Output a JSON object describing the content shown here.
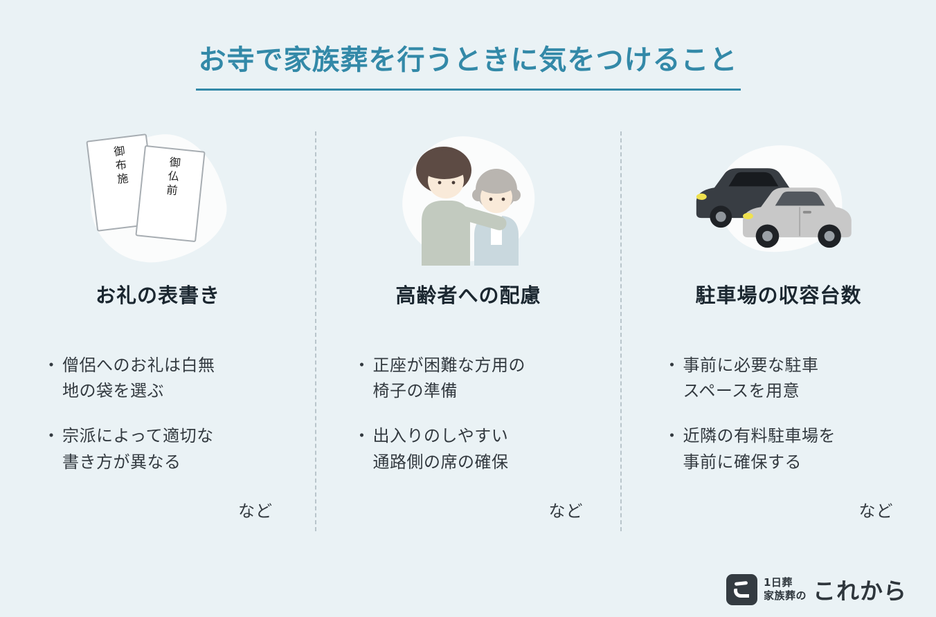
{
  "title": "お寺で家族葬を行うときに気をつけること",
  "bullet_marker": "・",
  "columns": [
    {
      "heading": "お礼の表書き",
      "illustration": "gift-envelopes",
      "envelopes": [
        "御布施",
        "御仏前"
      ],
      "bullets": [
        "僧侶へのお礼は白無\n地の袋を選ぶ",
        "宗派によって適切な\n書き方が異なる"
      ],
      "etc_label": "など"
    },
    {
      "heading": "高齢者への配慮",
      "illustration": "elderly-care",
      "bullets": [
        "正座が困難な方用の\n椅子の準備",
        "出入りのしやすい\n通路側の席の確保"
      ],
      "etc_label": "など"
    },
    {
      "heading": "駐車場の収容台数",
      "illustration": "parking-cars",
      "bullets": [
        "事前に必要な駐車\nスペースを用意",
        "近隣の有料駐車場を\n事前に確保する"
      ],
      "etc_label": "など"
    }
  ],
  "logo": {
    "service_line1": "1日葬",
    "service_line2": "家族葬の",
    "brand": "これから"
  },
  "colors": {
    "background": "#eaf2f5",
    "accent": "#3389a8",
    "heading": "#1b2730",
    "body": "#333a40"
  }
}
